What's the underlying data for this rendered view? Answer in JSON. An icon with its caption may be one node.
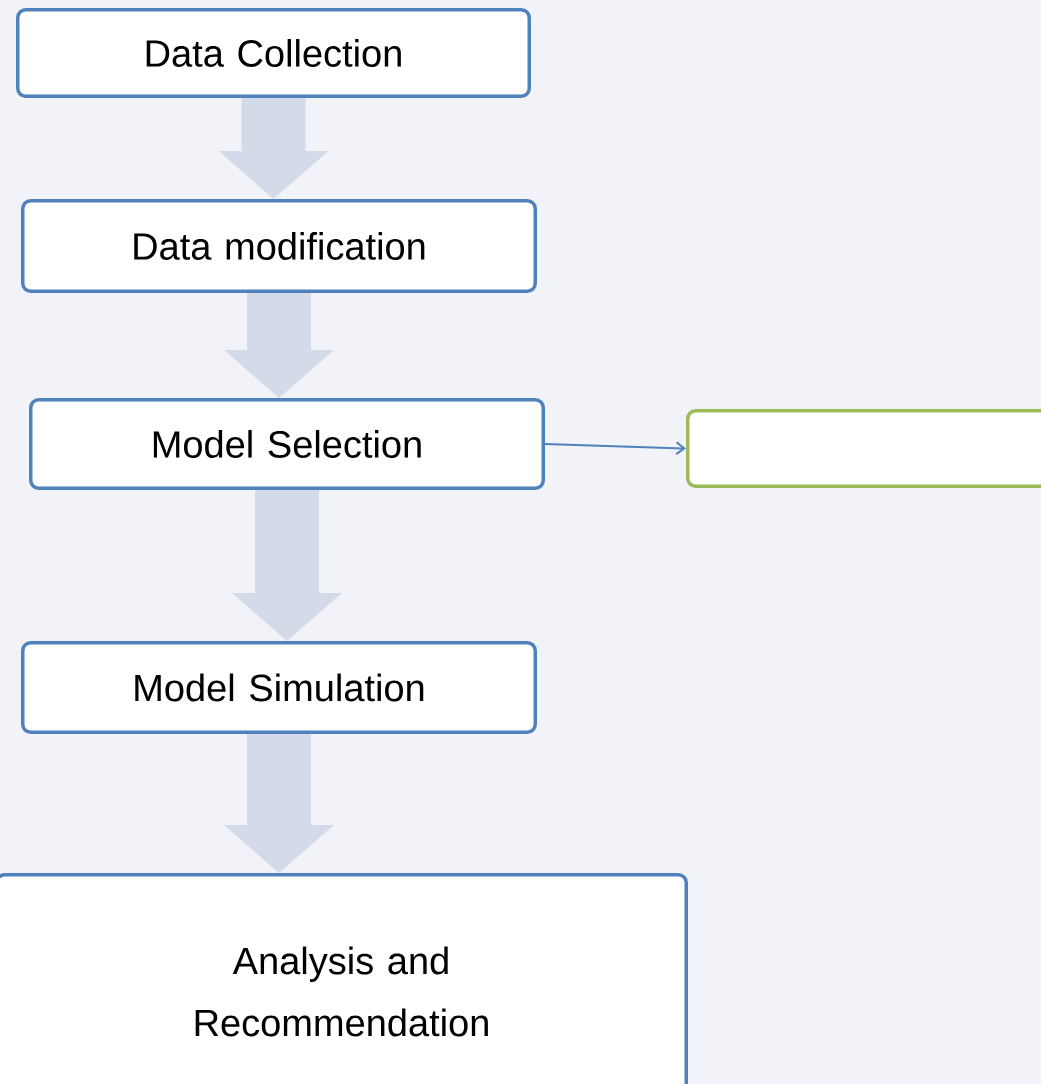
{
  "diagram": {
    "nodes": [
      {
        "text": [
          "Data Collection"
        ]
      },
      {
        "text": [
          "Data modification"
        ]
      },
      {
        "text": [
          "Model Selection"
        ]
      },
      {
        "text": [
          "Model Simulation"
        ]
      },
      {
        "text": [
          "Analysis and Recommendation"
        ]
      },
      {
        "text": [],
        "shape": "box"
      }
    ],
    "edges": [
      {
        "from": 0,
        "to": 1,
        "arrow": "to"
      },
      {
        "from": 1,
        "to": 2,
        "arrow": "to"
      },
      {
        "from": 2,
        "to": 3,
        "arrow": "to"
      },
      {
        "from": 3,
        "to": 4,
        "arrow": "to"
      },
      {
        "from": 2,
        "to": 5,
        "arrow": "to",
        "color": "#4f81bd"
      }
    ]
  }
}
